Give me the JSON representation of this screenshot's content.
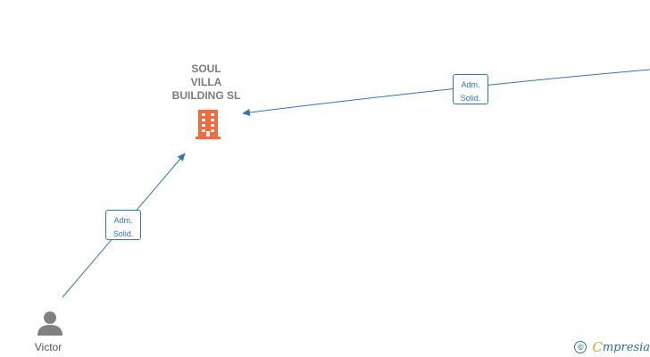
{
  "company": {
    "name_lines": [
      "SOUL",
      "VILLA",
      "BUILDING  SL"
    ]
  },
  "edges": [
    {
      "from": "Victor",
      "to": "company",
      "label_lines": [
        "Adm.",
        "Solid."
      ]
    },
    {
      "from": "offscreen",
      "to": "company",
      "label_lines": [
        "Adm.",
        "Solid."
      ]
    }
  ],
  "person": {
    "name": "Victor"
  },
  "brand": {
    "copyright": "©",
    "name_first": "C",
    "name_rest": "mpresia"
  },
  "colors": {
    "edge": "#2f73c4",
    "company_icon": "#f26a3d",
    "person_icon": "#808080"
  },
  "icons": {
    "company": "building-icon",
    "person": "person-icon",
    "brand": "copyright-icon"
  }
}
